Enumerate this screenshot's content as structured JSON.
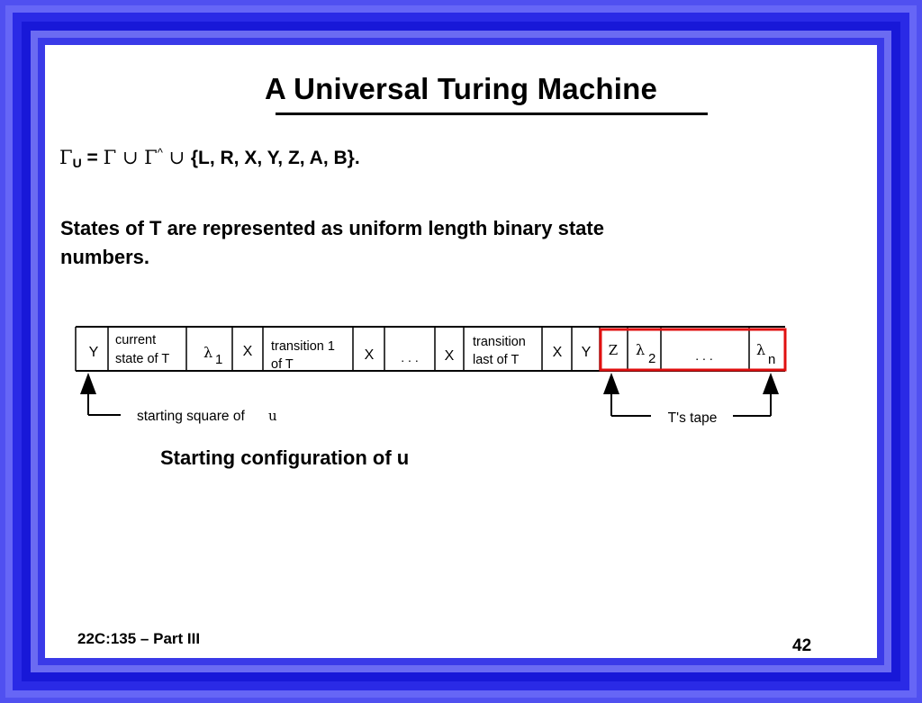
{
  "title": "A Universal Turing Machine",
  "formula": {
    "lhs": "Γ",
    "lhs_sub": "U",
    "eq": " = ",
    "g1": "Γ",
    "union1": " ∪ ",
    "g2": "Γ",
    "g2_sup": "^",
    "union2": " ∪ ",
    "set": "{L, R, X, Y, Z, A, B}."
  },
  "states_text": "States of T are represented as uniform length binary state numbers.",
  "tape": {
    "y1": "Y",
    "current_l1": "current",
    "current_l2": "state of T",
    "lambda1": "λ",
    "lambda1_sub": "1",
    "x1": "X",
    "trans1_l1": "transition 1",
    "trans1_l2": "of T",
    "x2": "X",
    "dots1": ". . .",
    "x3": "X",
    "translast_l1": "transition",
    "translast_l2": "last of T",
    "x4": "X",
    "y2": "Y",
    "z": "Z",
    "lambda2": "λ",
    "lambda2_sub": "2",
    "dots2": ". . .",
    "lambdan": "λ",
    "lambdan_sub": "n"
  },
  "labels": {
    "starting_square": "starting square of",
    "starting_square_u": "u",
    "ts_tape": "T's tape"
  },
  "caption": "Starting configuration of u",
  "footer": {
    "course": "22C:135 – Part III",
    "page": "42"
  },
  "colors": {
    "border_blue": "#2a2ae6",
    "highlight_red": "#e01010"
  }
}
